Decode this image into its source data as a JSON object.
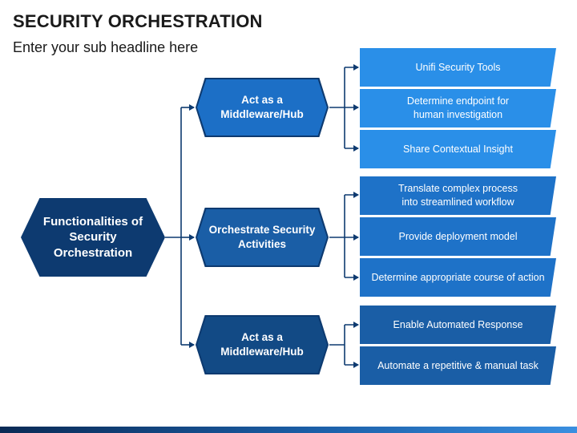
{
  "title": "SECURITY ORCHESTRATION",
  "subtitle": "Enter your sub headline here",
  "root": {
    "label": "Functionalities of Security Orchestration",
    "color": "#0d3a70"
  },
  "branches": [
    {
      "label": "Act as a Middleware/Hub",
      "color": "#1c6fc6",
      "items": [
        "Unifi Security Tools",
        "Determine endpoint for human investigation",
        "Share Contextual Insight"
      ]
    },
    {
      "label": "Orchestrate Security Activities",
      "color": "#1a5ea6",
      "items": [
        "Translate complex process into streamlined workflow",
        "Provide deployment model",
        "Determine appropriate course of action"
      ]
    },
    {
      "label": "Act as a Middleware/Hub",
      "color": "#124a85",
      "items": [
        "Enable Automated Response",
        "Automate a repetitive & manual task"
      ]
    }
  ],
  "colors": {
    "leaf_top": "#2a8fe8",
    "leaf_mid": "#1e72c8",
    "leaf_bottom": "#1a5ea6",
    "connector": "#0d3a70"
  }
}
